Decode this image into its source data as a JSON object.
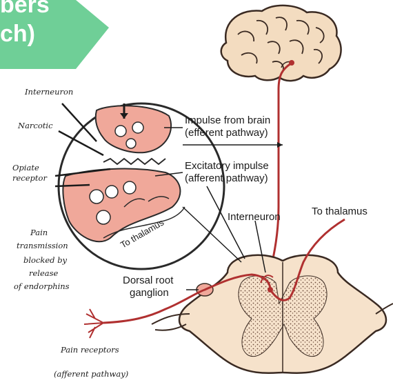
{
  "banner": {
    "line1": "bers",
    "line2": "ch)",
    "color": "#6fcf97"
  },
  "labels": {
    "interneuron_italic": "Interneuron",
    "narcotic": "Narcotic",
    "opiate_receptor_1": "Opiate",
    "opiate_receptor_2": "receptor",
    "pain_block_1": "Pain",
    "pain_block_2": "transmission",
    "pain_block_3": "blocked by",
    "pain_block_4": "release",
    "pain_block_5": "of endorphins",
    "impulse_from_brain_1": "Impulse from brain",
    "impulse_from_brain_2": "(efferent pathway)",
    "excitatory_1": "Excitatory impulse",
    "excitatory_2": "(afferent pathway)",
    "interneuron": "Interneuron",
    "to_thalamus_right": "To thalamus",
    "to_thalamus_circle": "To thalamus",
    "dorsal_root_1": "Dorsal root",
    "dorsal_root_2": "ganglion",
    "pain_receptors": "Pain receptors",
    "afferent_pathway": "(afferent pathway)"
  },
  "colors": {
    "neuron_pink": "#f0a89a",
    "nerve_red": "#b03030",
    "brain_fill": "#f3dcc0",
    "cord_fill": "#f6e2cb"
  },
  "icons": [
    "brain-illustration",
    "spinal-cord-cross-section",
    "synapse-magnified-view"
  ]
}
